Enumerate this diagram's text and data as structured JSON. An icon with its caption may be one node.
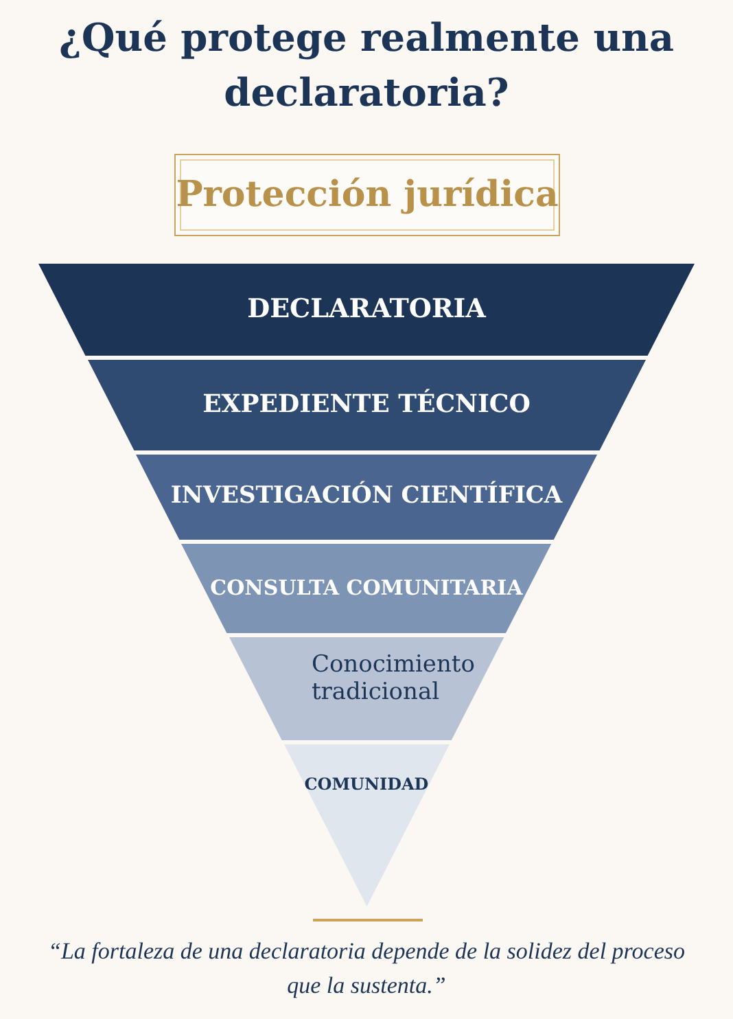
{
  "diagram": {
    "title": "¿Qué protege realmente una declaratoria?",
    "nodes": [
      {
        "text": [
          "Protección jurídica"
        ]
      },
      {
        "text": [
          "DECLARATORIA"
        ]
      },
      {
        "text": [
          "EXPEDIENTE TÉCNICO"
        ]
      },
      {
        "text": [
          "INVESTIGACIÓN CIENTÍFICA"
        ]
      },
      {
        "text": [
          "CONSULTA COMUNITARIA"
        ]
      },
      {
        "text": [
          "Conocimiento tradicional"
        ]
      },
      {
        "text": [
          "COMUNIDAD"
        ]
      }
    ],
    "caption": "“La fortaleza de una declaratoria depende de la solidez del proceso que la sustenta.”"
  }
}
